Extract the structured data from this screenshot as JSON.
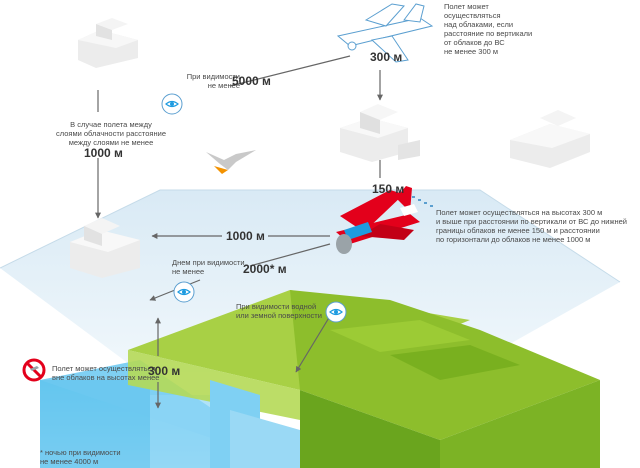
{
  "labels": {
    "above_clouds": [
      "Полет может",
      "осуществляться",
      "над облаками, если",
      "расстояние по вертикали",
      "от облаков до ВС",
      "не менее 300 м"
    ],
    "dist_300_top": "300 м",
    "visibility_5000": [
      "При видимости",
      "не менее"
    ],
    "dist_5000": "5000 м",
    "between_layers": [
      "В случае полета между",
      "слоями облачности расстояние",
      "между слоями не менее"
    ],
    "dist_1000_left": "1000 м",
    "dist_150": "150 м",
    "below_clouds": [
      "Полет может осуществляться на высотах 300 м",
      "и выше при расстоянии по вертикали от ВС до нижней",
      "границы облаков не менее 150 м и расстоянии",
      "по горизонтали до облаков не менее 1000 м"
    ],
    "dist_1000_mid": "1000 м",
    "day_visibility": [
      "Днем при видимости",
      "не менее"
    ],
    "dist_2000": "2000* м",
    "surface_visibility": [
      "При видимости водной",
      "или земной поверхности"
    ],
    "prohibited": [
      "Полет может осуществляться",
      "вне облаков на высотах менее"
    ],
    "dist_300_low": "300 м",
    "footnote": [
      "* ночью при видимости",
      "не менее 4000 м"
    ]
  },
  "colors": {
    "accent_red": "#e3001b",
    "ground_green": "#8dbe2c",
    "water_blue": "#5fc3ee",
    "eye_blue": "#1e9be0",
    "cloud_plane": "#dcecf6"
  },
  "icons": [
    "eye-icon",
    "no-entry-icon",
    "airplane-icon",
    "bird-icon",
    "cloud-icon"
  ]
}
